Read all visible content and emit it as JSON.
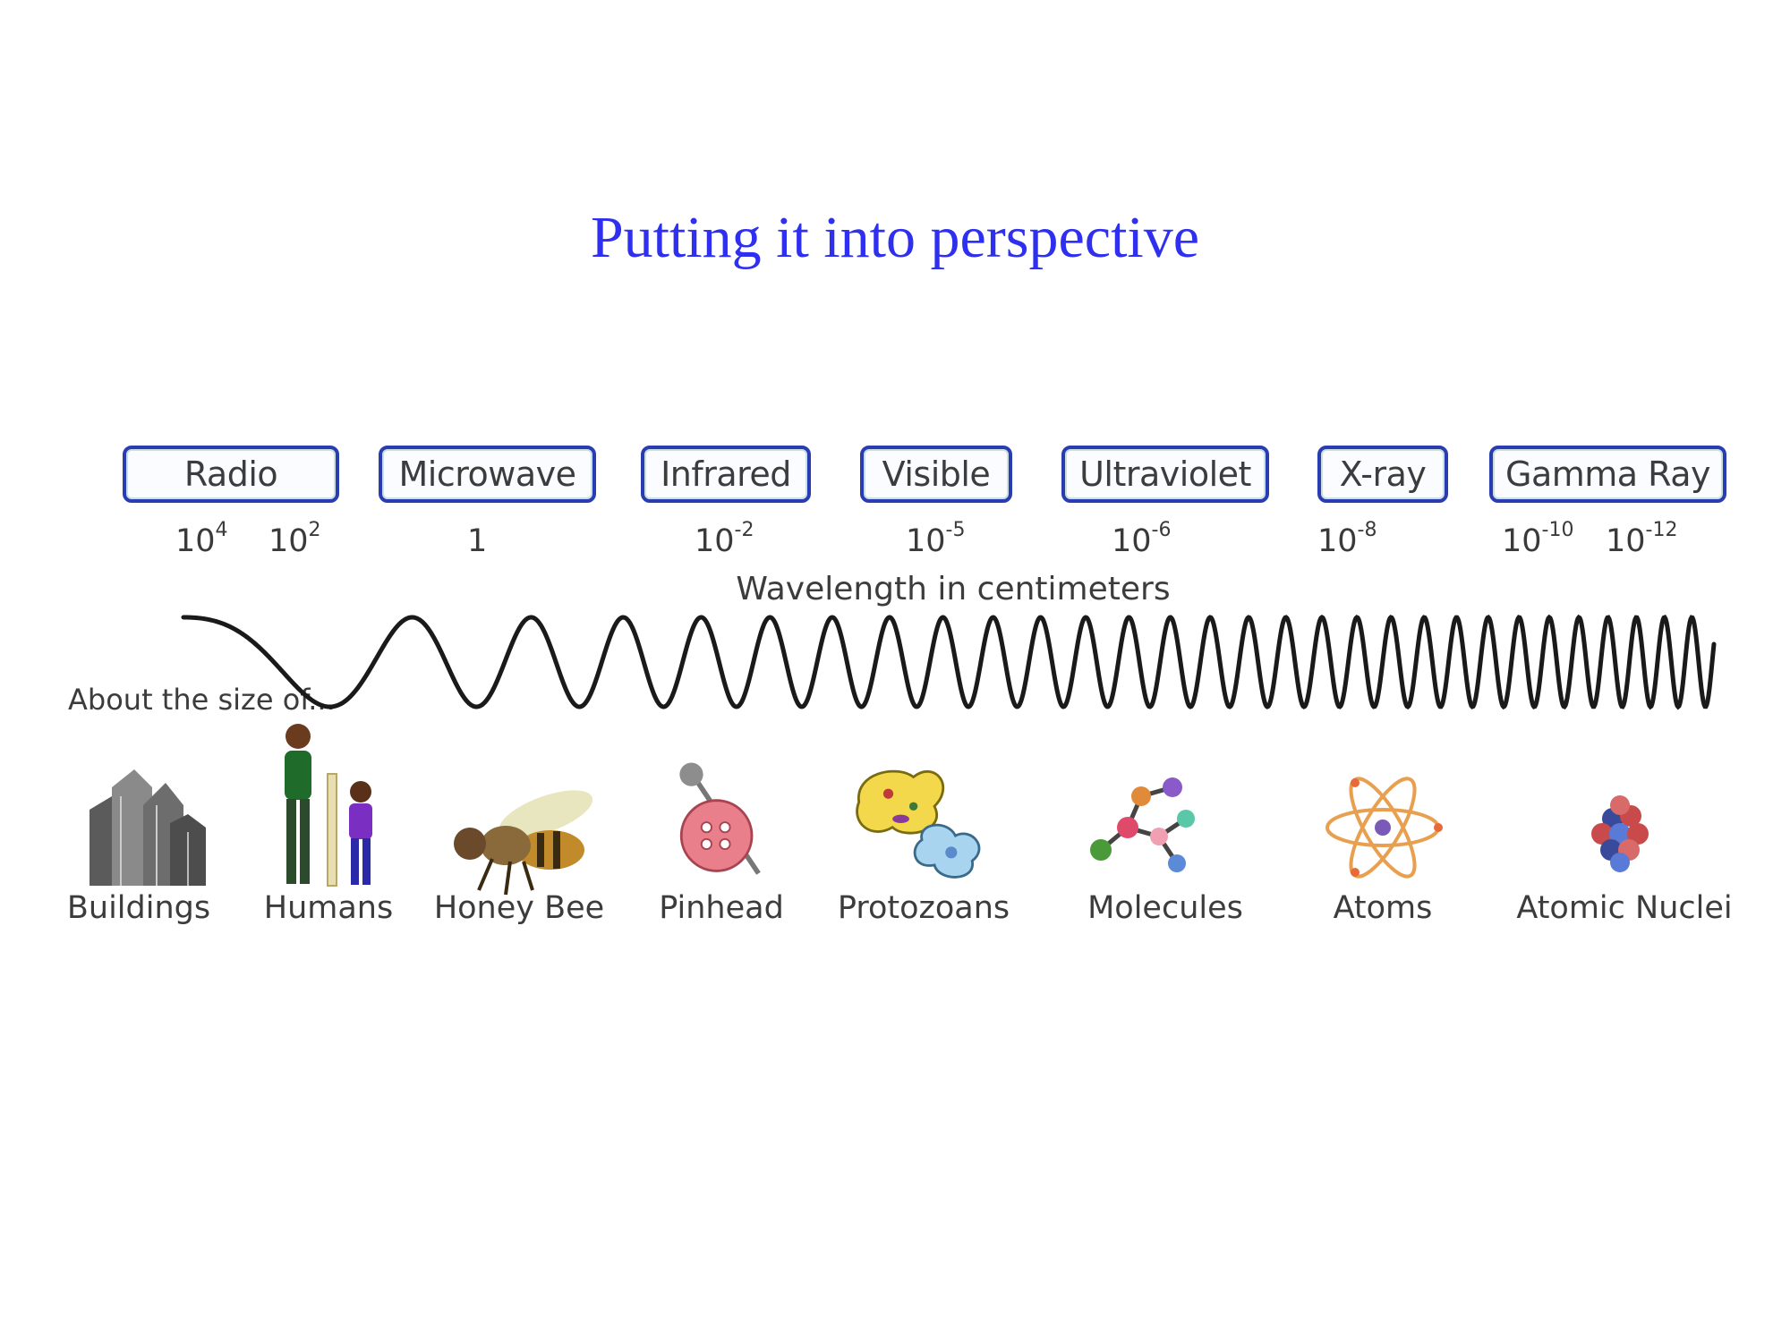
{
  "title": "Putting it into perspective",
  "bands": [
    {
      "label": "Radio"
    },
    {
      "label": "Microwave"
    },
    {
      "label": "Infrared"
    },
    {
      "label": "Visible"
    },
    {
      "label": "Ultraviolet"
    },
    {
      "label": "X-ray"
    },
    {
      "label": "Gamma Ray"
    }
  ],
  "ticks": [
    {
      "base": "10",
      "exp": "4"
    },
    {
      "base": "10",
      "exp": "2"
    },
    {
      "base": "1",
      "exp": ""
    },
    {
      "base": "10",
      "exp": "-2"
    },
    {
      "base": "10",
      "exp": "-5"
    },
    {
      "base": "10",
      "exp": "-6"
    },
    {
      "base": "10",
      "exp": "-8"
    },
    {
      "base": "10",
      "exp": "-10"
    },
    {
      "base": "10",
      "exp": "-12"
    }
  ],
  "axis_label": "Wavelength in centimeters",
  "size_label": "About the size of...",
  "objects": [
    {
      "label": "Buildings",
      "icon": "buildings-icon"
    },
    {
      "label": "Humans",
      "icon": "humans-icon"
    },
    {
      "label": "Honey Bee",
      "icon": "honey-bee-icon"
    },
    {
      "label": "Pinhead",
      "icon": "pinhead-icon"
    },
    {
      "label": "Protozoans",
      "icon": "protozoans-icon"
    },
    {
      "label": "Molecules",
      "icon": "molecules-icon"
    },
    {
      "label": "Atoms",
      "icon": "atoms-icon"
    },
    {
      "label": "Atomic Nuclei",
      "icon": "atomic-nuclei-icon"
    }
  ],
  "colors": {
    "title": "#2f2ff0",
    "band_border": "#2a3db0",
    "wave": "#1a1a1a"
  }
}
